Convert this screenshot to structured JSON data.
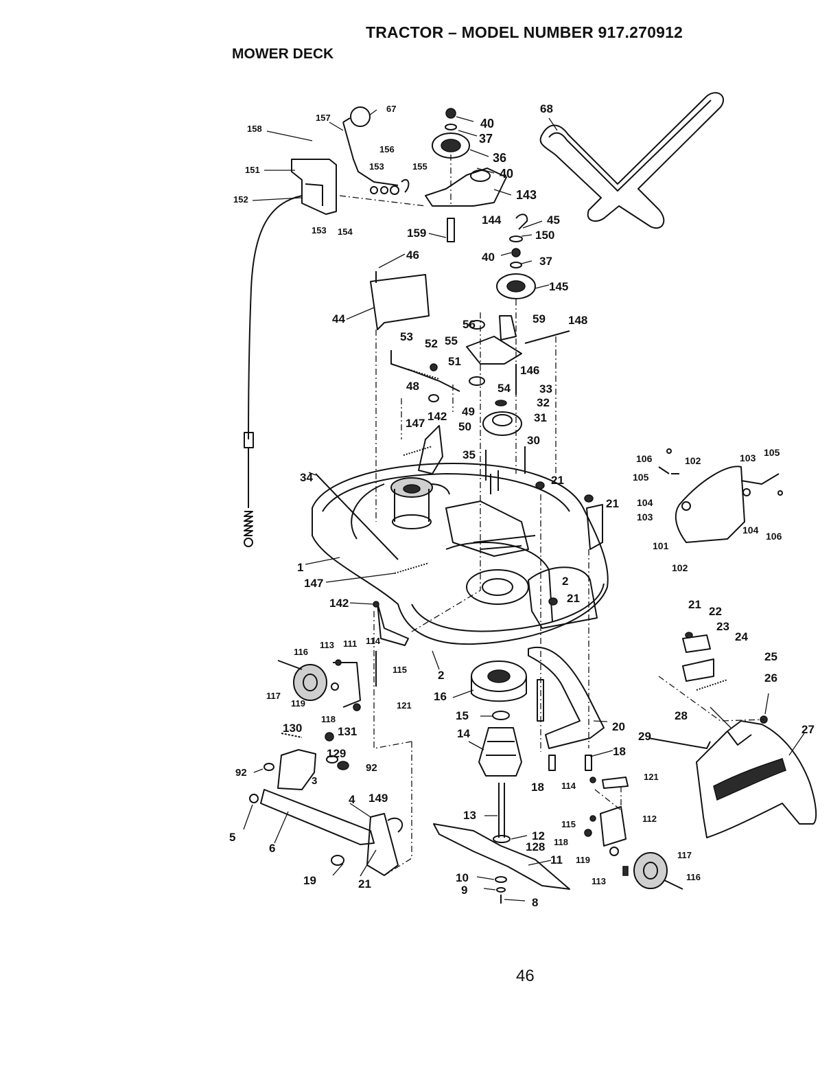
{
  "header": {
    "title": "TRACTOR – MODEL NUMBER 917.270912",
    "subtitle": "MOWER DECK"
  },
  "footer": {
    "page_number": "46"
  },
  "callouts": [
    "158",
    "157",
    "67",
    "151",
    "153",
    "156",
    "155",
    "152",
    "153",
    "154",
    "40",
    "37",
    "36",
    "40",
    "143",
    "144",
    "159",
    "68",
    "45",
    "150",
    "40",
    "37",
    "145",
    "46",
    "44",
    "56",
    "59",
    "148",
    "53",
    "52",
    "55",
    "51",
    "146",
    "48",
    "54",
    "33",
    "32",
    "49",
    "147",
    "142",
    "50",
    "31",
    "30",
    "35",
    "21",
    "34",
    "21",
    "106",
    "102",
    "103",
    "105",
    "105",
    "104",
    "103",
    "104",
    "106",
    "101",
    "102",
    "1",
    "147",
    "2",
    "21",
    "142",
    "113",
    "111",
    "114",
    "116",
    "115",
    "117",
    "119",
    "121",
    "2",
    "16",
    "118",
    "130",
    "131",
    "15",
    "14",
    "129",
    "20",
    "92",
    "92",
    "3",
    "18",
    "18",
    "114",
    "121",
    "149",
    "4",
    "5",
    "6",
    "13",
    "12",
    "128",
    "115",
    "112",
    "118",
    "11",
    "119",
    "117",
    "19",
    "21",
    "10",
    "9",
    "8",
    "113",
    "116",
    "21",
    "22",
    "23",
    "24",
    "25",
    "26",
    "28",
    "27",
    "29"
  ]
}
